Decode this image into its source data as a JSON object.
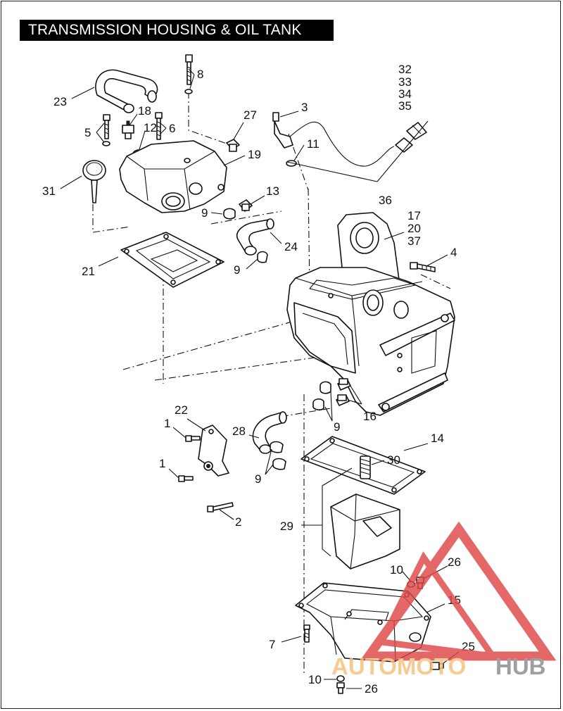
{
  "title": "TRANSMISSION HOUSING & OIL TANK",
  "callouts": {
    "c1a": "1",
    "c1b": "1",
    "c2": "2",
    "c3": "3",
    "c4": "4",
    "c5": "5",
    "c6": "6",
    "c7": "7",
    "c8": "8",
    "c9a": "9",
    "c9b": "9",
    "c9c": "9",
    "c9d": "9",
    "c10a": "10",
    "c10b": "10",
    "c11": "11",
    "c12": "12",
    "c13": "13",
    "c14": "14",
    "c15": "15",
    "c16": "16",
    "c17": "17",
    "c20": "20",
    "c37": "37",
    "c18": "18",
    "c19": "19",
    "c21": "21",
    "c22": "22",
    "c23": "23",
    "c24": "24",
    "c25": "25",
    "c26a": "26",
    "c26b": "26",
    "c27": "27",
    "c28": "28",
    "c29": "29",
    "c30": "30",
    "c31": "31",
    "c32": "32",
    "c33": "33",
    "c34": "34",
    "c35": "35",
    "c36": "36"
  },
  "watermark": {
    "text_a": "AUTOMOTO",
    "text_b": "HUB",
    "color_a": "#f3c07a",
    "color_b": "#8a8a8a",
    "triangle_color": "#e04848"
  }
}
